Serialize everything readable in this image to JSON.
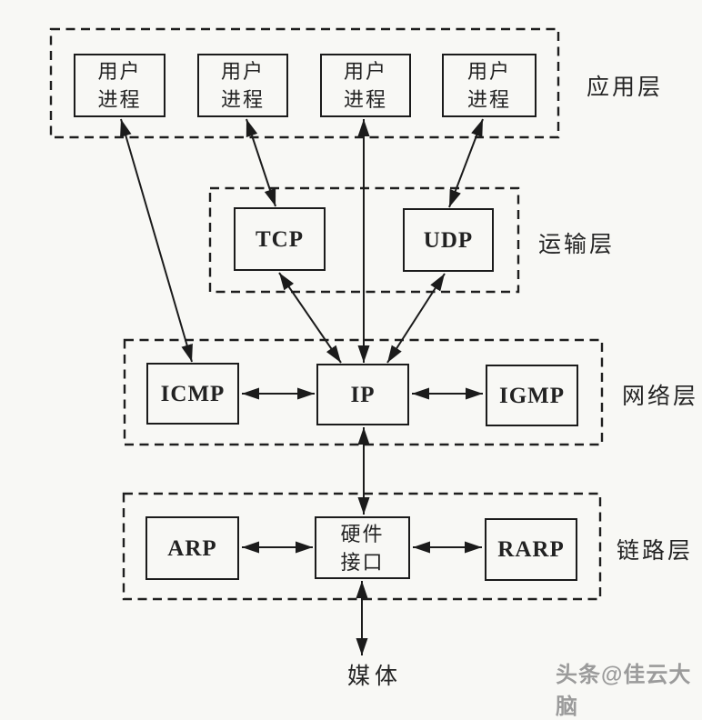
{
  "diagram": {
    "layers": {
      "application": {
        "label": "应用层"
      },
      "transport": {
        "label": "运输层"
      },
      "network": {
        "label": "网络层"
      },
      "link": {
        "label": "链路层"
      }
    },
    "nodes": {
      "user_process_1": "用户\n进程",
      "user_process_2": "用户\n进程",
      "user_process_3": "用户\n进程",
      "user_process_4": "用户\n进程",
      "tcp": "TCP",
      "udp": "UDP",
      "icmp": "ICMP",
      "ip": "IP",
      "igmp": "IGMP",
      "arp": "ARP",
      "hardware_interface": "硬件\n接口",
      "rarp": "RARP"
    },
    "media_label": "媒体"
  },
  "watermark": "头条@佳云大脑",
  "colors": {
    "line": "#1b1b1b",
    "background": "#f8f8f5",
    "watermark": "#9b9b9b"
  }
}
